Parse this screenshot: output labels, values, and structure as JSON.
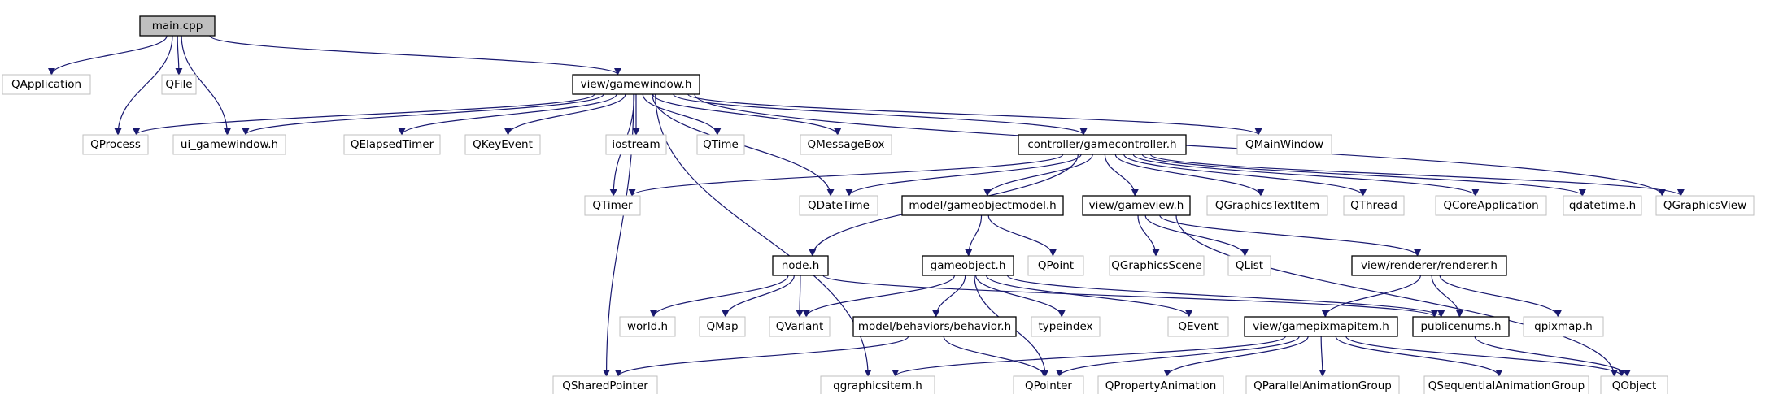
{
  "diagram": {
    "title": "",
    "colors": {
      "edge": "#191970",
      "external_border": "#bfbfbf",
      "internal_border": "#000000",
      "root_fill": "#bfbfbf"
    },
    "nodes": {
      "main_cpp": {
        "label": "main.cpp",
        "kind": "root"
      },
      "qapplication": {
        "label": "QApplication",
        "kind": "external"
      },
      "qfile": {
        "label": "QFile",
        "kind": "external"
      },
      "gamewindow_h": {
        "label": "view/gamewindow.h",
        "kind": "internal"
      },
      "qprocess": {
        "label": "QProcess",
        "kind": "external"
      },
      "ui_gamewindow_h": {
        "label": "ui_gamewindow.h",
        "kind": "external"
      },
      "qelapsedtimer": {
        "label": "QElapsedTimer",
        "kind": "external"
      },
      "qkeyevent": {
        "label": "QKeyEvent",
        "kind": "external"
      },
      "iostream": {
        "label": "iostream",
        "kind": "external"
      },
      "qtime": {
        "label": "QTime",
        "kind": "external"
      },
      "qmessagebox": {
        "label": "QMessageBox",
        "kind": "external"
      },
      "gamecontroller_h": {
        "label": "controller/gamecontroller.h",
        "kind": "internal"
      },
      "qmainwindow": {
        "label": "QMainWindow",
        "kind": "external"
      },
      "qtimer": {
        "label": "QTimer",
        "kind": "external"
      },
      "qdatetime": {
        "label": "QDateTime",
        "kind": "external"
      },
      "gameobjectmodel_h": {
        "label": "model/gameobjectmodel.h",
        "kind": "internal"
      },
      "gameview_h": {
        "label": "view/gameview.h",
        "kind": "internal"
      },
      "qgraphicstextitem": {
        "label": "QGraphicsTextItem",
        "kind": "external"
      },
      "qthread": {
        "label": "QThread",
        "kind": "external"
      },
      "qcoreapplication": {
        "label": "QCoreApplication",
        "kind": "external"
      },
      "qdatetime_h": {
        "label": "qdatetime.h",
        "kind": "external"
      },
      "qgraphicsview": {
        "label": "QGraphicsView",
        "kind": "external"
      },
      "node_h": {
        "label": "node.h",
        "kind": "internal"
      },
      "gameobject_h": {
        "label": "gameobject.h",
        "kind": "internal"
      },
      "qpoint": {
        "label": "QPoint",
        "kind": "external"
      },
      "qgraphicsscene": {
        "label": "QGraphicsScene",
        "kind": "external"
      },
      "qlist": {
        "label": "QList",
        "kind": "external"
      },
      "renderer_h": {
        "label": "view/renderer/renderer.h",
        "kind": "internal"
      },
      "world_h": {
        "label": "world.h",
        "kind": "external"
      },
      "qmap": {
        "label": "QMap",
        "kind": "external"
      },
      "qvariant": {
        "label": "QVariant",
        "kind": "external"
      },
      "behavior_h": {
        "label": "model/behaviors/behavior.h",
        "kind": "internal"
      },
      "typeindex": {
        "label": "typeindex",
        "kind": "external"
      },
      "qevent": {
        "label": "QEvent",
        "kind": "external"
      },
      "gamepixmapitem_h": {
        "label": "view/gamepixmapitem.h",
        "kind": "internal"
      },
      "publicenums_h": {
        "label": "publicenums.h",
        "kind": "internal"
      },
      "qpixmap_h": {
        "label": "qpixmap.h",
        "kind": "external"
      },
      "qsharedpointer": {
        "label": "QSharedPointer",
        "kind": "external"
      },
      "qgraphicsitem_h": {
        "label": "qgraphicsitem.h",
        "kind": "external"
      },
      "qpointer": {
        "label": "QPointer",
        "kind": "external"
      },
      "qpropertyanimation": {
        "label": "QPropertyAnimation",
        "kind": "external"
      },
      "qparallelanimationgroup": {
        "label": "QParallelAnimationGroup",
        "kind": "external"
      },
      "qsequentialanimationgroup": {
        "label": "QSequentialAnimationGroup",
        "kind": "external"
      },
      "qobject": {
        "label": "QObject",
        "kind": "external"
      }
    },
    "edges": [
      [
        "main_cpp",
        "qapplication"
      ],
      [
        "main_cpp",
        "qfile"
      ],
      [
        "main_cpp",
        "gamewindow_h"
      ],
      [
        "main_cpp",
        "qprocess"
      ],
      [
        "main_cpp",
        "ui_gamewindow_h"
      ],
      [
        "gamewindow_h",
        "qprocess"
      ],
      [
        "gamewindow_h",
        "ui_gamewindow_h"
      ],
      [
        "gamewindow_h",
        "qelapsedtimer"
      ],
      [
        "gamewindow_h",
        "qkeyevent"
      ],
      [
        "gamewindow_h",
        "iostream"
      ],
      [
        "gamewindow_h",
        "qtime"
      ],
      [
        "gamewindow_h",
        "qmessagebox"
      ],
      [
        "gamewindow_h",
        "gamecontroller_h"
      ],
      [
        "gamewindow_h",
        "qmainwindow"
      ],
      [
        "gamewindow_h",
        "qtimer"
      ],
      [
        "gamewindow_h",
        "qdatetime"
      ],
      [
        "gamewindow_h",
        "qgraphicsview"
      ],
      [
        "gamewindow_h",
        "qsharedpointer"
      ],
      [
        "gamewindow_h",
        "qgraphicsitem_h"
      ],
      [
        "gamecontroller_h",
        "qtimer"
      ],
      [
        "gamecontroller_h",
        "qdatetime"
      ],
      [
        "gamecontroller_h",
        "gameobjectmodel_h"
      ],
      [
        "gamecontroller_h",
        "gameview_h"
      ],
      [
        "gamecontroller_h",
        "qgraphicstextitem"
      ],
      [
        "gamecontroller_h",
        "qthread"
      ],
      [
        "gamecontroller_h",
        "qcoreapplication"
      ],
      [
        "gamecontroller_h",
        "qdatetime_h"
      ],
      [
        "gamecontroller_h",
        "qgraphicsview"
      ],
      [
        "gamecontroller_h",
        "node_h"
      ],
      [
        "gameobjectmodel_h",
        "gameobject_h"
      ],
      [
        "gameobjectmodel_h",
        "qpoint"
      ],
      [
        "gameview_h",
        "qgraphicsscene"
      ],
      [
        "gameview_h",
        "qlist"
      ],
      [
        "gameview_h",
        "renderer_h"
      ],
      [
        "gameview_h",
        "qobject"
      ],
      [
        "node_h",
        "world_h"
      ],
      [
        "node_h",
        "qmap"
      ],
      [
        "node_h",
        "qvariant"
      ],
      [
        "node_h",
        "publicenums_h"
      ],
      [
        "gameobject_h",
        "qvariant"
      ],
      [
        "gameobject_h",
        "behavior_h"
      ],
      [
        "gameobject_h",
        "typeindex"
      ],
      [
        "gameobject_h",
        "qevent"
      ],
      [
        "gameobject_h",
        "publicenums_h"
      ],
      [
        "gameobject_h",
        "qpointer"
      ],
      [
        "renderer_h",
        "gamepixmapitem_h"
      ],
      [
        "renderer_h",
        "publicenums_h"
      ],
      [
        "renderer_h",
        "qpixmap_h"
      ],
      [
        "behavior_h",
        "qsharedpointer"
      ],
      [
        "behavior_h",
        "qpointer"
      ],
      [
        "gamepixmapitem_h",
        "qgraphicsitem_h"
      ],
      [
        "gamepixmapitem_h",
        "qpointer"
      ],
      [
        "gamepixmapitem_h",
        "qpropertyanimation"
      ],
      [
        "gamepixmapitem_h",
        "qparallelanimationgroup"
      ],
      [
        "gamepixmapitem_h",
        "qsequentialanimationgroup"
      ],
      [
        "gamepixmapitem_h",
        "qobject"
      ],
      [
        "publicenums_h",
        "qobject"
      ]
    ]
  }
}
